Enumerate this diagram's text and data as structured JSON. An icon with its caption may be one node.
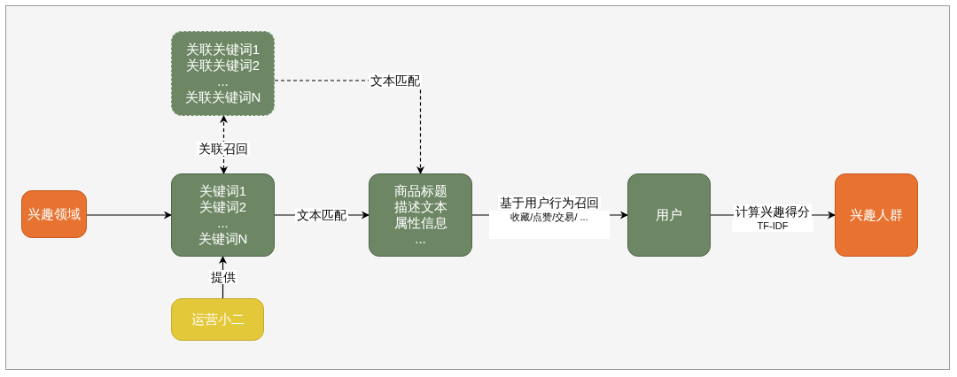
{
  "diagram": {
    "nodes": [
      {
        "text": [
          "兴趣领域"
        ]
      },
      {
        "text": [
          "关联关键词1",
          "关联关键词2",
          "...",
          "关联关键词N"
        ]
      },
      {
        "text": [
          "关键词1",
          "关键词2",
          "...",
          "关键词N"
        ]
      },
      {
        "text": [
          "商品标题",
          "描述文本",
          "属性信息",
          "..."
        ]
      },
      {
        "text": [
          "用户"
        ]
      },
      {
        "text": [
          "兴趣人群"
        ]
      },
      {
        "text": [
          "运营小二"
        ]
      }
    ],
    "edges": [
      {
        "from": 0,
        "to": 2,
        "arrow": "to"
      },
      {
        "from": 1,
        "to": 2,
        "arrow": "both",
        "style": "dashed",
        "label": "关联召回"
      },
      {
        "from": 2,
        "to": 3,
        "arrow": "to",
        "label": "文本匹配"
      },
      {
        "from": 1,
        "to": 3,
        "arrow": "to",
        "style": "dashed",
        "label": "文本匹配"
      },
      {
        "from": 3,
        "to": 4,
        "arrow": "to",
        "label": "基于用户行为召回"
      },
      {
        "from": 4,
        "to": 5,
        "arrow": "to",
        "label": "计算兴趣得分"
      },
      {
        "from": 6,
        "to": 2,
        "arrow": "to",
        "label": "提供"
      }
    ],
    "labels": [
      "收藏/点赞/交易/ ...",
      "TF-IDF"
    ]
  }
}
